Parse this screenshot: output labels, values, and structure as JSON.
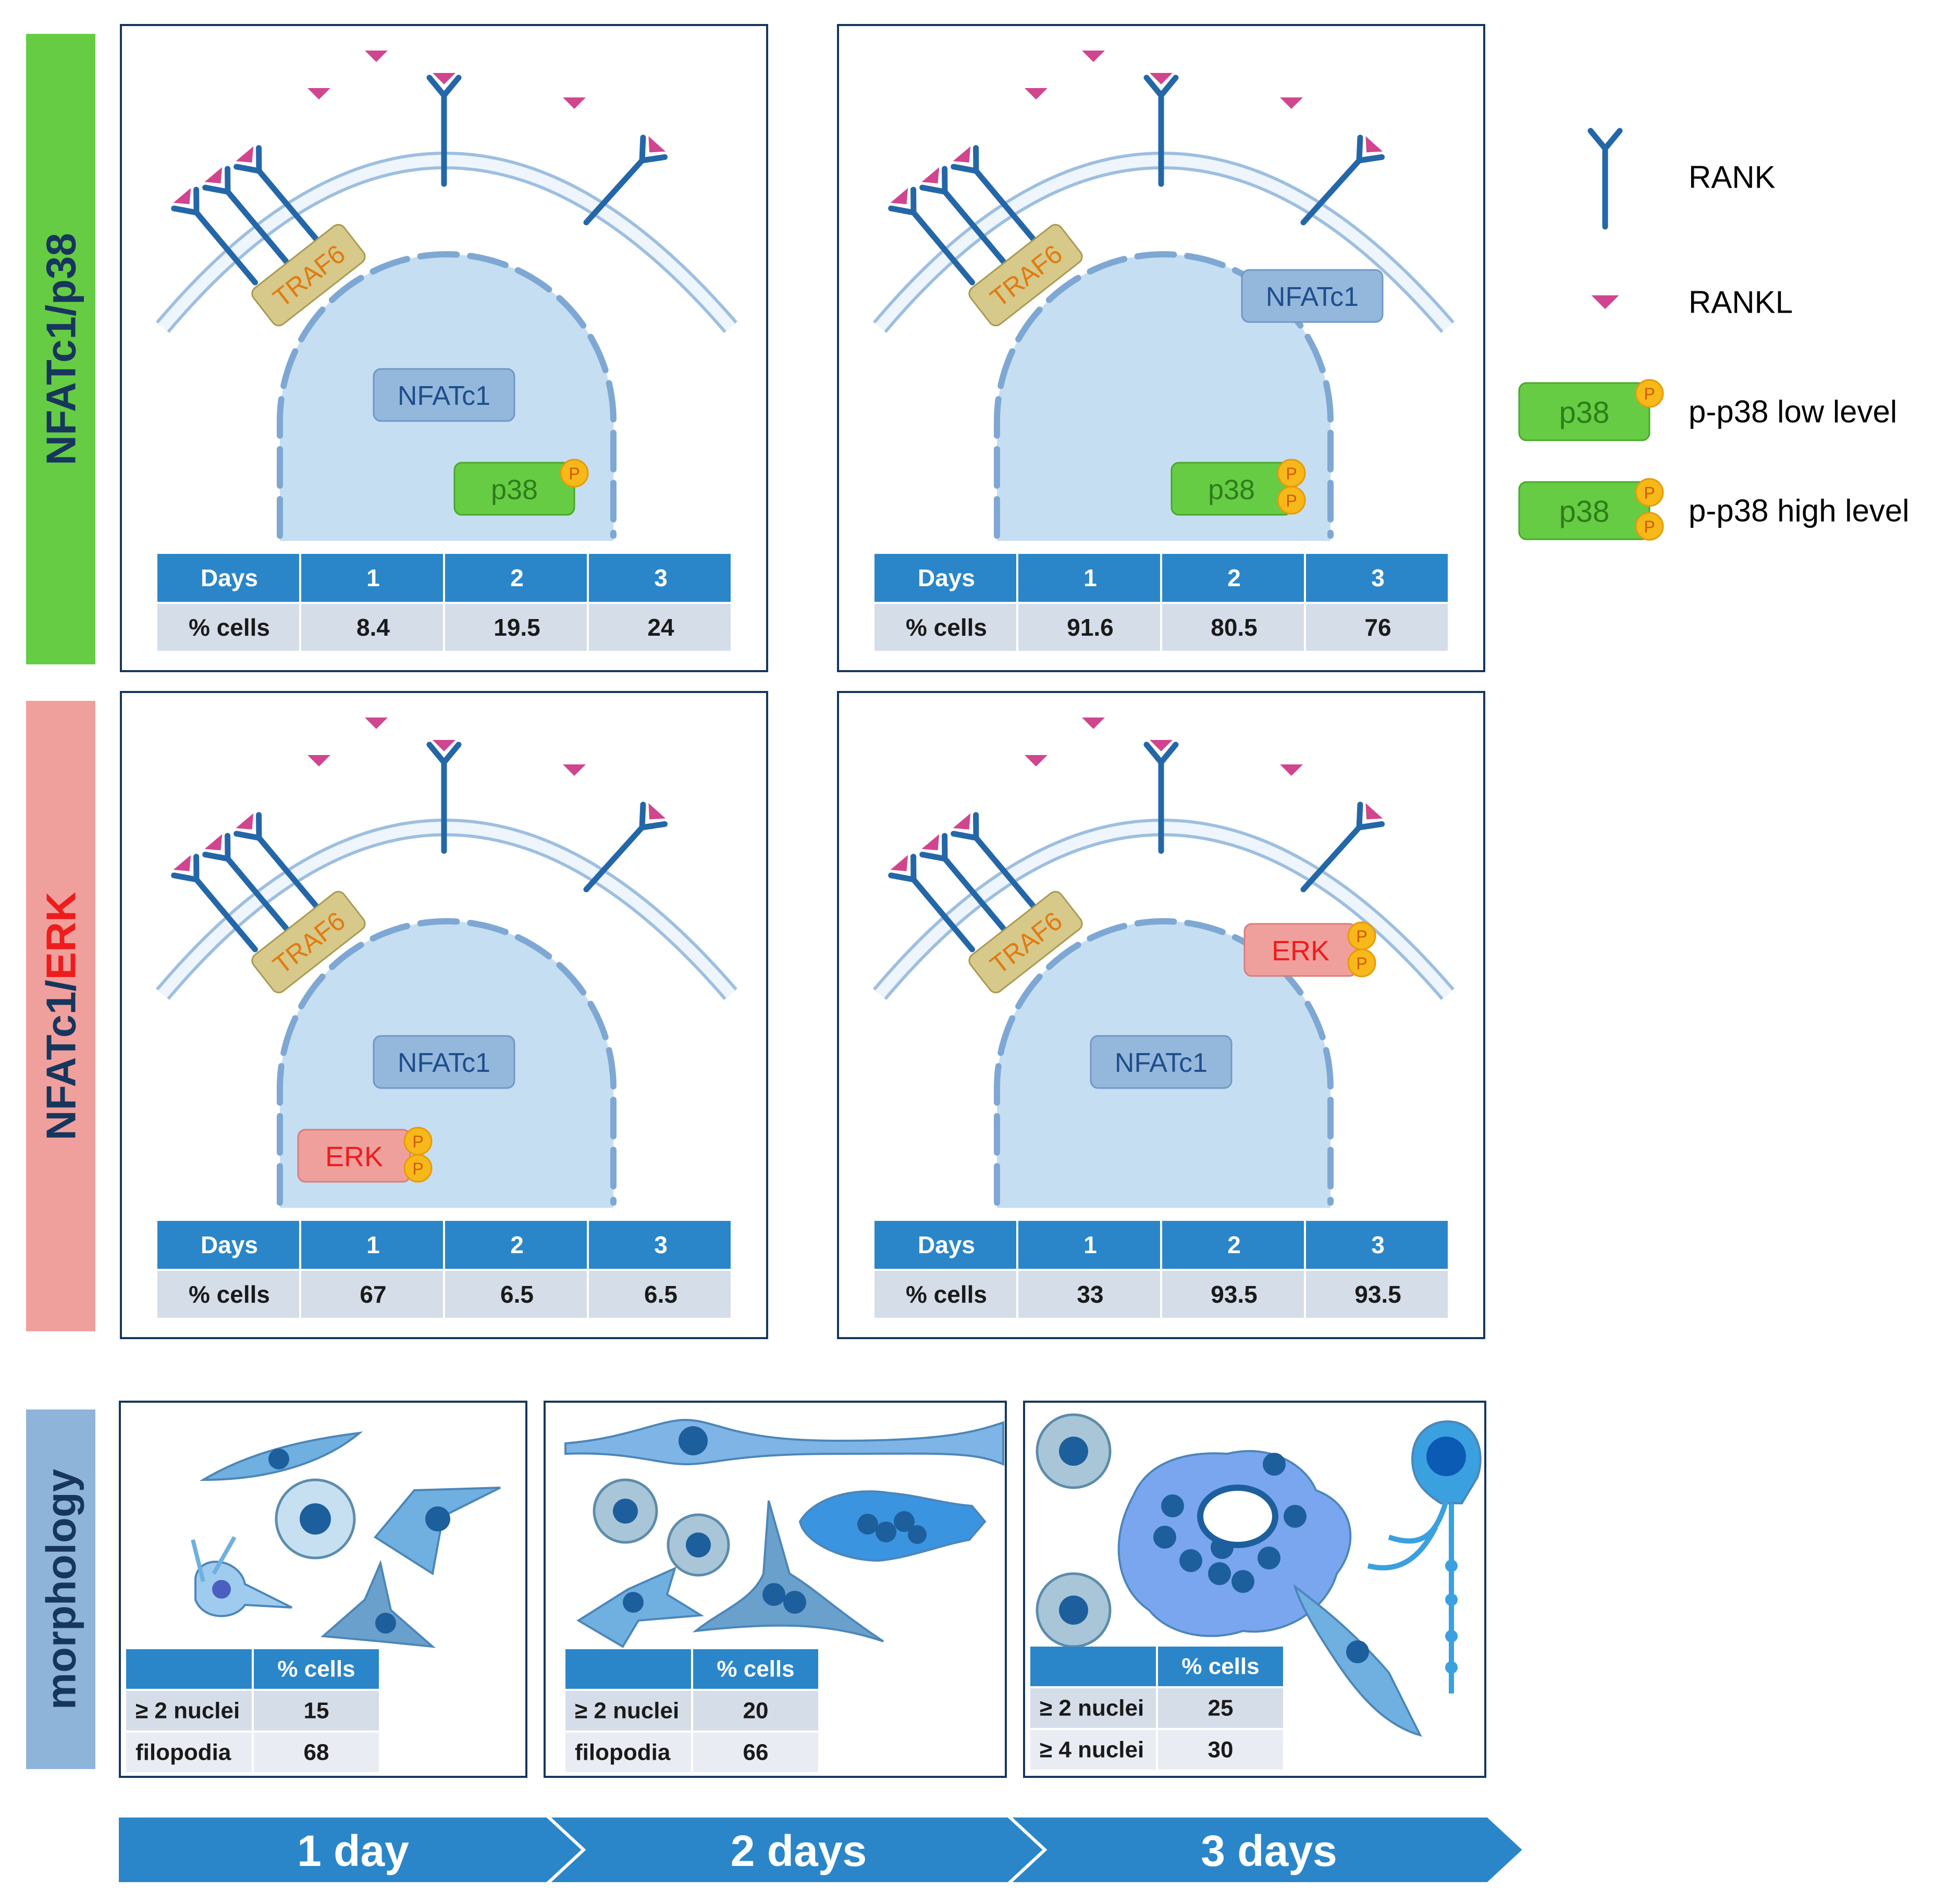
{
  "row_labels": {
    "p38": {
      "prefix": "NFATc1/",
      "suffix": "p38"
    },
    "erk": {
      "prefix": "NFATc1/",
      "suffix": "ERK"
    },
    "morphology": "morphology"
  },
  "proteins": {
    "traf6": "TRAF6",
    "nfatc1": "NFATc1",
    "p38": "p38",
    "erk": "ERK",
    "phospho": "P"
  },
  "panel_table_headers": {
    "days": "Days",
    "pct_cells": "% cells",
    "day_values": [
      "1",
      "2",
      "3"
    ]
  },
  "panels": [
    {
      "id": "p38-left",
      "pct_cells": [
        "8.4",
        "19.5",
        "24"
      ]
    },
    {
      "id": "p38-right",
      "pct_cells": [
        "91.6",
        "80.5",
        "76"
      ]
    },
    {
      "id": "erk-left",
      "pct_cells": [
        "67",
        "6.5",
        "6.5"
      ]
    },
    {
      "id": "erk-right",
      "pct_cells": [
        "33",
        "93.5",
        "93.5"
      ]
    }
  ],
  "legend": {
    "rank": "RANK",
    "rankl": "RANKL",
    "p38_low": "p-p38 low level",
    "p38_high": "p-p38 high level"
  },
  "morphology_tables": [
    {
      "header": "% cells",
      "rows": [
        {
          "label": "≥ 2 nuclei",
          "value": "15"
        },
        {
          "label": "filopodia",
          "value": "68"
        }
      ]
    },
    {
      "header": "% cells",
      "rows": [
        {
          "label": "≥ 2 nuclei",
          "value": "20"
        },
        {
          "label": "filopodia",
          "value": "66"
        }
      ]
    },
    {
      "header": "% cells",
      "rows": [
        {
          "label": "≥ 2 nuclei",
          "value": "25"
        },
        {
          "label": "≥ 4 nuclei",
          "value": "30"
        }
      ]
    }
  ],
  "timeline": [
    "1 day",
    "2 days",
    "3 days"
  ],
  "colors": {
    "green_bar": "#66cc44",
    "pink_bar": "#f0a09c",
    "blue_bar": "#8fb4d9",
    "table_header": "#2a86c8",
    "table_row": "#d5dde9",
    "nucleus": "#c6def2",
    "membrane": "#d9e8f6",
    "receptor": "#2467a8",
    "rankl": "#d1458e",
    "traf6": "#d6c98a",
    "traf6_text": "#e07b12",
    "nfatc1_box": "#94b8dc",
    "nfatc1_text": "#1f4e8c",
    "p38_box": "#66cc44",
    "p38_text": "#2e7d1a",
    "erk_box": "#f0a09c",
    "erk_text": "#ee1c1c",
    "phospho": "#f7b81a",
    "timeline": "#2a86c8",
    "dark_navy": "#17365d"
  }
}
